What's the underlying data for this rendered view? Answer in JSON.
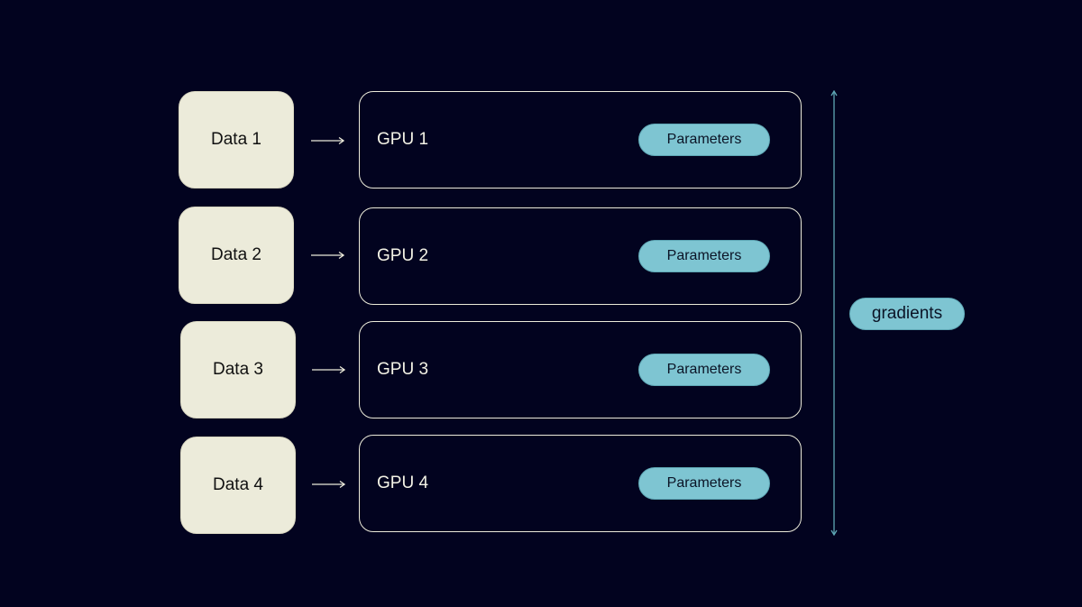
{
  "rows": [
    {
      "data_label": "Data 1",
      "gpu_label": "GPU 1",
      "params_label": "Parameters"
    },
    {
      "data_label": "Data 2",
      "gpu_label": "GPU 2",
      "params_label": "Parameters"
    },
    {
      "data_label": "Data 3",
      "gpu_label": "GPU 3",
      "params_label": "Parameters"
    },
    {
      "data_label": "Data 4",
      "gpu_label": "GPU 4",
      "params_label": "Parameters"
    }
  ],
  "gradients_label": "gradients",
  "colors": {
    "background": "#02031f",
    "data_box": "#ecebda",
    "pill": "#7ec5d2",
    "line": "#ecebda",
    "gradient_line": "#5fa8b6"
  }
}
